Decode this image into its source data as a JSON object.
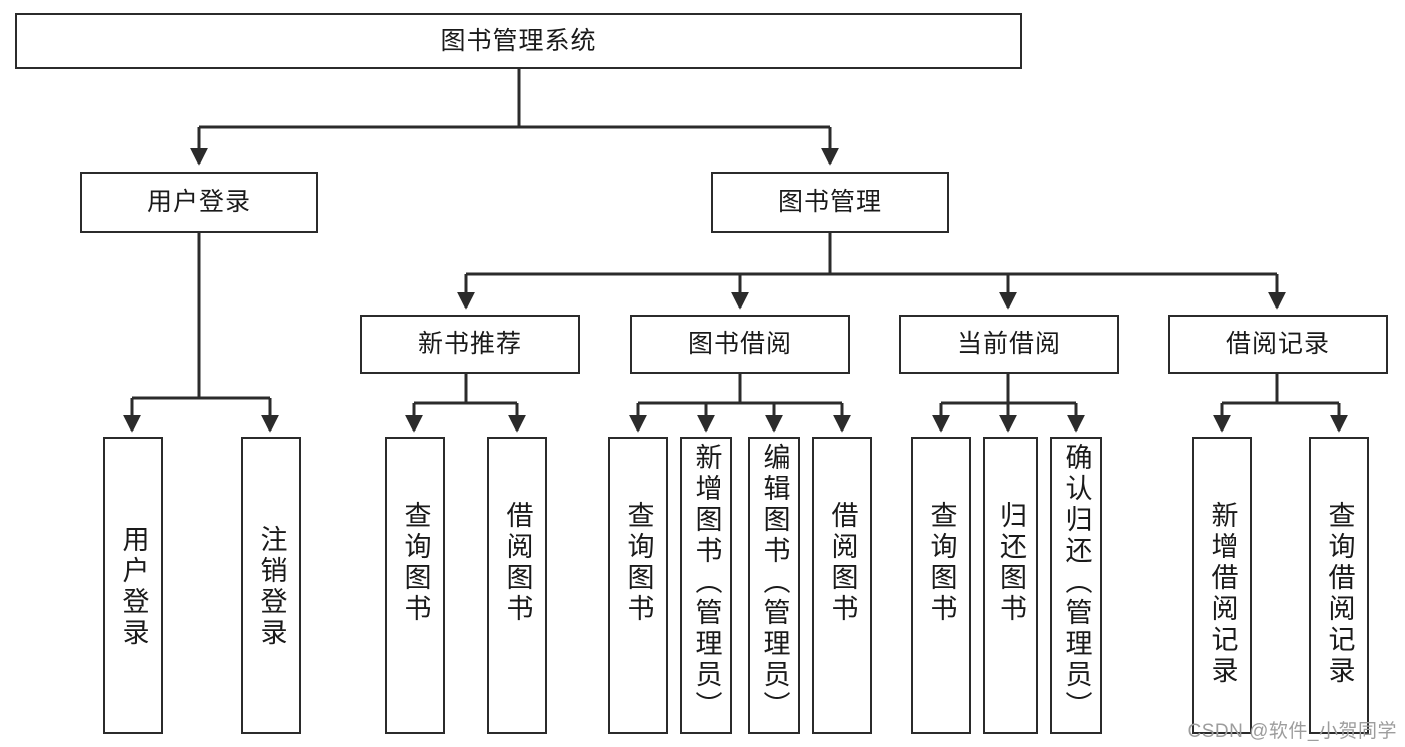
{
  "diagram": {
    "title": "图书管理系统",
    "type": "hierarchy-tree",
    "watermark": "CSDN @软件_小贺同学",
    "colors": {
      "box_border": "#2b2b2b",
      "box_fill": "#ffffff",
      "connector": "#2b2b2b",
      "text": "#1a1a1a",
      "watermark": "#9d9d9d"
    },
    "nodes": [
      {
        "id": "root",
        "label": "图书管理系统",
        "level": 0,
        "orientation": "horizontal"
      },
      {
        "id": "login",
        "label": "用户登录",
        "level": 1,
        "orientation": "horizontal"
      },
      {
        "id": "bookmgmt",
        "label": "图书管理",
        "level": 1,
        "orientation": "horizontal"
      },
      {
        "id": "newbook",
        "label": "新书推荐",
        "level": 2,
        "orientation": "horizontal"
      },
      {
        "id": "borrow",
        "label": "图书借阅",
        "level": 2,
        "orientation": "horizontal"
      },
      {
        "id": "current",
        "label": "当前借阅",
        "level": 2,
        "orientation": "horizontal"
      },
      {
        "id": "records",
        "label": "借阅记录",
        "level": 2,
        "orientation": "horizontal"
      },
      {
        "id": "leaf-userlogin",
        "label": "用户登录",
        "level": 3,
        "orientation": "vertical"
      },
      {
        "id": "leaf-logout",
        "label": "注销登录",
        "level": 3,
        "orientation": "vertical"
      },
      {
        "id": "leaf-q1",
        "label": "查询图书",
        "level": 3,
        "orientation": "vertical"
      },
      {
        "id": "leaf-b1",
        "label": "借阅图书",
        "level": 3,
        "orientation": "vertical"
      },
      {
        "id": "leaf-q2",
        "label": "查询图书",
        "level": 3,
        "orientation": "vertical"
      },
      {
        "id": "leaf-add",
        "label": "新增图书（管理员）",
        "level": 3,
        "orientation": "vertical"
      },
      {
        "id": "leaf-edit",
        "label": "编辑图书（管理员）",
        "level": 3,
        "orientation": "vertical"
      },
      {
        "id": "leaf-b2",
        "label": "借阅图书",
        "level": 3,
        "orientation": "vertical"
      },
      {
        "id": "leaf-q3",
        "label": "查询图书",
        "level": 3,
        "orientation": "vertical"
      },
      {
        "id": "leaf-return",
        "label": "归还图书",
        "level": 3,
        "orientation": "vertical"
      },
      {
        "id": "leaf-confirm",
        "label": "确认归还（管理员）",
        "level": 3,
        "orientation": "vertical"
      },
      {
        "id": "leaf-addrec",
        "label": "新增借阅记录",
        "level": 3,
        "orientation": "vertical"
      },
      {
        "id": "leaf-qrec",
        "label": "查询借阅记录",
        "level": 3,
        "orientation": "vertical"
      }
    ],
    "edges": [
      {
        "from": "root",
        "to": "login"
      },
      {
        "from": "root",
        "to": "bookmgmt"
      },
      {
        "from": "login",
        "to": "leaf-userlogin"
      },
      {
        "from": "login",
        "to": "leaf-logout"
      },
      {
        "from": "bookmgmt",
        "to": "newbook"
      },
      {
        "from": "bookmgmt",
        "to": "borrow"
      },
      {
        "from": "bookmgmt",
        "to": "current"
      },
      {
        "from": "bookmgmt",
        "to": "records"
      },
      {
        "from": "newbook",
        "to": "leaf-q1"
      },
      {
        "from": "newbook",
        "to": "leaf-b1"
      },
      {
        "from": "borrow",
        "to": "leaf-q2"
      },
      {
        "from": "borrow",
        "to": "leaf-add"
      },
      {
        "from": "borrow",
        "to": "leaf-edit"
      },
      {
        "from": "borrow",
        "to": "leaf-b2"
      },
      {
        "from": "current",
        "to": "leaf-q3"
      },
      {
        "from": "current",
        "to": "leaf-return"
      },
      {
        "from": "current",
        "to": "leaf-confirm"
      },
      {
        "from": "records",
        "to": "leaf-addrec"
      },
      {
        "from": "records",
        "to": "leaf-qrec"
      }
    ]
  }
}
